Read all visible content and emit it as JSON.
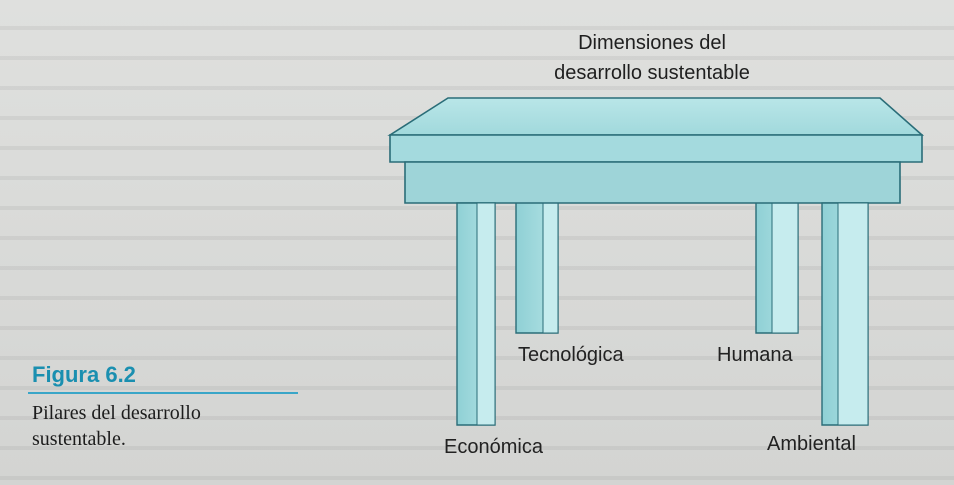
{
  "figure": {
    "label": "Figura 6.2",
    "caption": "Pilares del desarrollo sustentable."
  },
  "diagram": {
    "tabletop_label_line1": "Dimensiones del",
    "tabletop_label_line2": "desarrollo sustentable",
    "pillars": {
      "economica": "Económica",
      "tecnologica": "Tecnológica",
      "humana": "Humana",
      "ambiental": "Ambiental"
    }
  },
  "colors": {
    "table_fill": "#a9dde0",
    "table_stroke": "#2a6d78",
    "accent": "#1a8fb0"
  }
}
